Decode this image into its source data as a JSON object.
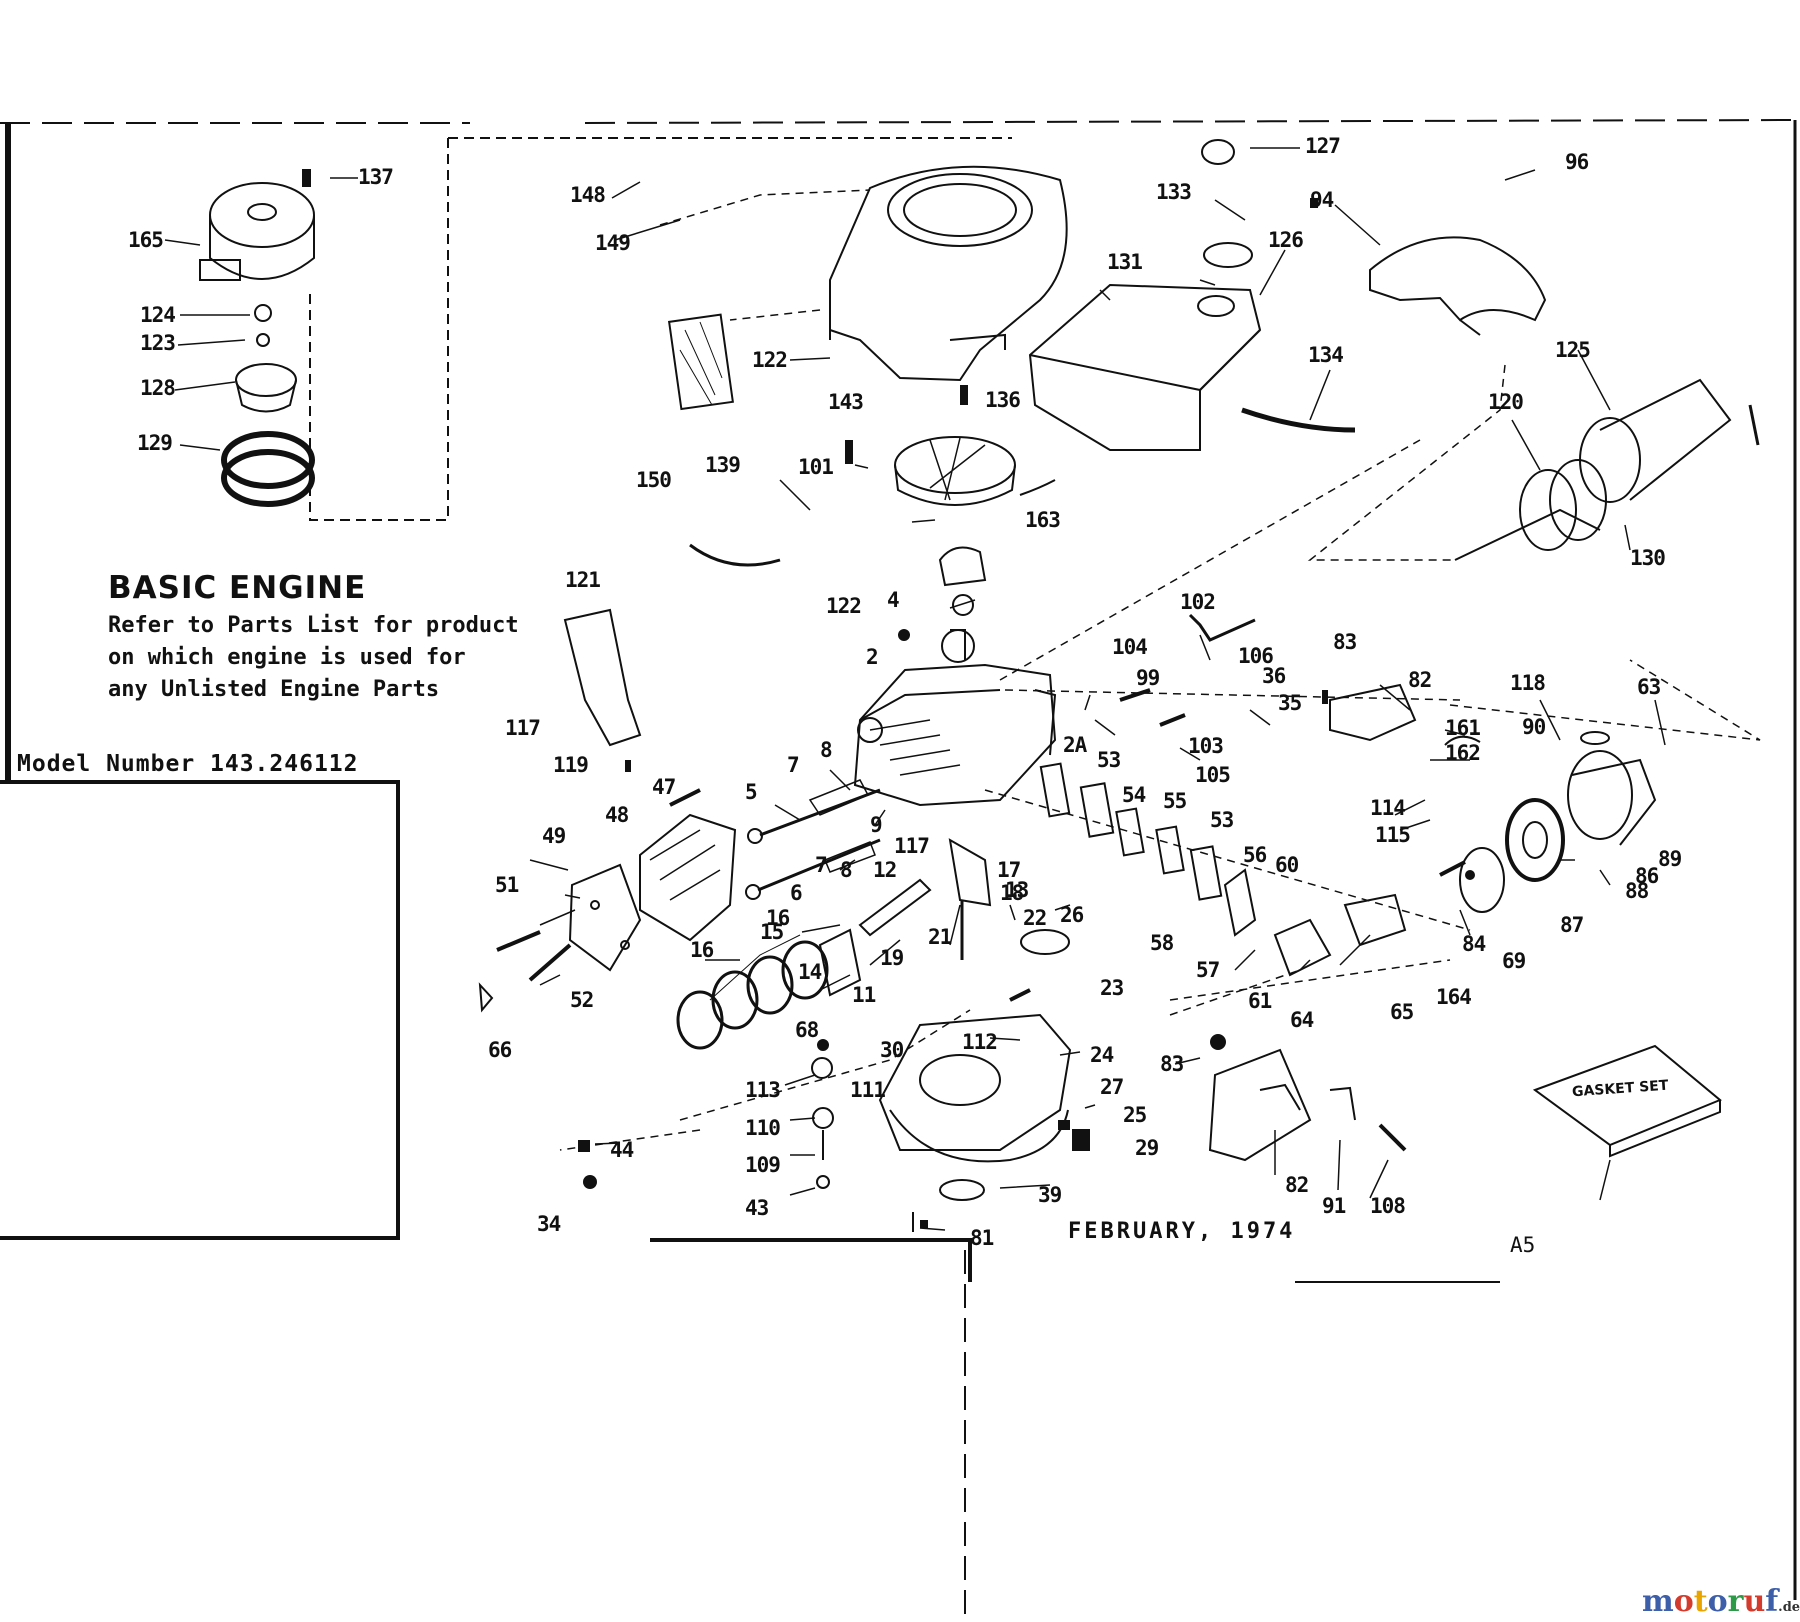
{
  "diagram": {
    "title": "BASIC ENGINE",
    "note_lines": [
      "Refer to Parts List for product",
      "on which engine is used for",
      "any Unlisted Engine Parts"
    ],
    "model_number": "Model Number 143.246112",
    "date": "FEBRUARY, 1974",
    "page_code": "A5",
    "gasket_set_label": "GASKET SET",
    "watermark": "motoruf",
    "watermark_suffix": ".de",
    "part_labels": [
      "137",
      "165",
      "124",
      "123",
      "128",
      "129",
      "148",
      "149",
      "122",
      "143",
      "139",
      "136",
      "101",
      "150",
      "163",
      "127",
      "133",
      "126",
      "131",
      "96",
      "94",
      "134",
      "125",
      "120",
      "130",
      "121",
      "117",
      "119",
      "102",
      "104",
      "106",
      "36",
      "99",
      "35",
      "103",
      "105",
      "83",
      "82",
      "161",
      "162",
      "114",
      "115",
      "118",
      "63",
      "90",
      "89",
      "88",
      "87",
      "84",
      "86",
      "69",
      "122",
      "4",
      "2",
      "2A",
      "53",
      "54",
      "55",
      "53",
      "56",
      "60",
      "58",
      "57",
      "61",
      "64",
      "65",
      "164",
      "47",
      "48",
      "49",
      "51",
      "52",
      "66",
      "5",
      "7",
      "8",
      "9",
      "8",
      "7",
      "6",
      "16",
      "15",
      "14",
      "16",
      "11",
      "68",
      "12",
      "117",
      "13",
      "17",
      "21",
      "19",
      "18",
      "22",
      "26",
      "23",
      "24",
      "27",
      "25",
      "29",
      "30",
      "112",
      "113",
      "111",
      "110",
      "109",
      "43",
      "44",
      "34",
      "39",
      "81",
      "83",
      "82",
      "91",
      "108"
    ]
  }
}
